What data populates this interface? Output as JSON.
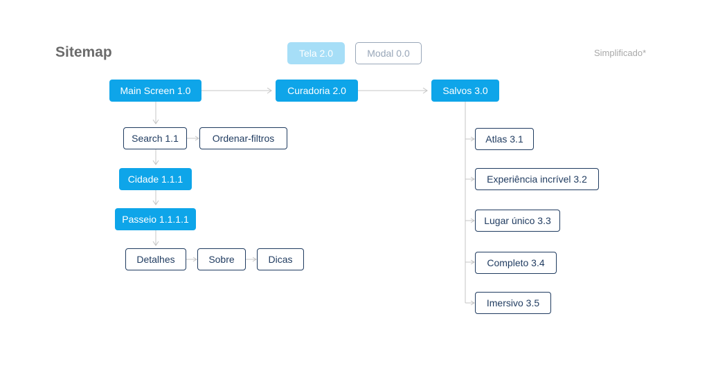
{
  "header": {
    "title": "Sitemap",
    "subtitle": "Simplificado*"
  },
  "legend": {
    "screen_label": "Tela 2.0",
    "modal_label": "Modal 0.0"
  },
  "colors": {
    "screen_fill": "#0ea5e9",
    "modal_border": "#1e3a5f",
    "legend_screen": "#a6def7",
    "legend_modal": "#98a6b8",
    "connector": "#c4c4c4"
  },
  "nodes": {
    "main_screen": "Main Screen 1.0",
    "curadoria": "Curadoria 2.0",
    "salvos": "Salvos 3.0",
    "search": "Search 1.1",
    "ordenar_filtros": "Ordenar-filtros",
    "cidade": "Cidade 1.1.1",
    "passeio": "Passeio 1.1.1.1",
    "detalhes": "Detalhes",
    "sobre": "Sobre",
    "dicas": "Dicas",
    "atlas": "Atlas 3.1",
    "experiencia": "Experiência incrível 3.2",
    "lugar": "Lugar único 3.3",
    "completo": "Completo 3.4",
    "imersivo": "Imersivo 3.5"
  }
}
